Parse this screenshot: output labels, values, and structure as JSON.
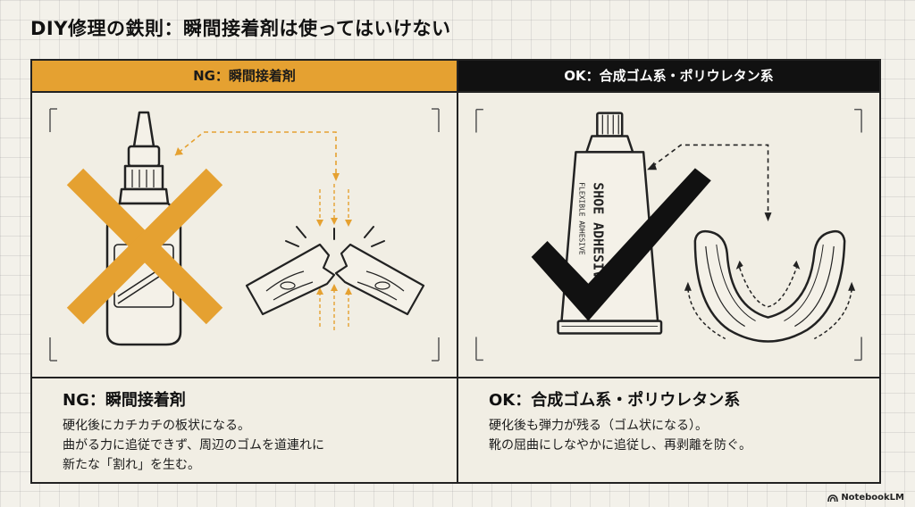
{
  "title": "DIY修理の鉄則：瞬間接着剤は使ってはいけない",
  "ng": {
    "header": "NG：瞬間接着剤",
    "caption_title": "NG：瞬間接着剤",
    "caption_lines": [
      "硬化後にカチカチの板状になる。",
      "曲がる力に追従できず、周辺のゴムを道連れに",
      "新たな「割れ」を生む。"
    ],
    "accent_color": "#e5a131"
  },
  "ok": {
    "header": "OK：合成ゴム系・ポリウレタン系",
    "caption_title": "OK：合成ゴム系・ポリウレタン系",
    "caption_lines": [
      "硬化後も弾力が残る（ゴム状になる）。",
      "靴の屈曲にしなやかに追従し、再剥離を防ぐ。"
    ],
    "tube_label": "SHOE ADHESIVE",
    "tube_sublabel": "FLEXIBLE ADHESIVE"
  },
  "brand": {
    "name": "NotebookLM",
    "icon": "notebooklm-logo-icon"
  }
}
